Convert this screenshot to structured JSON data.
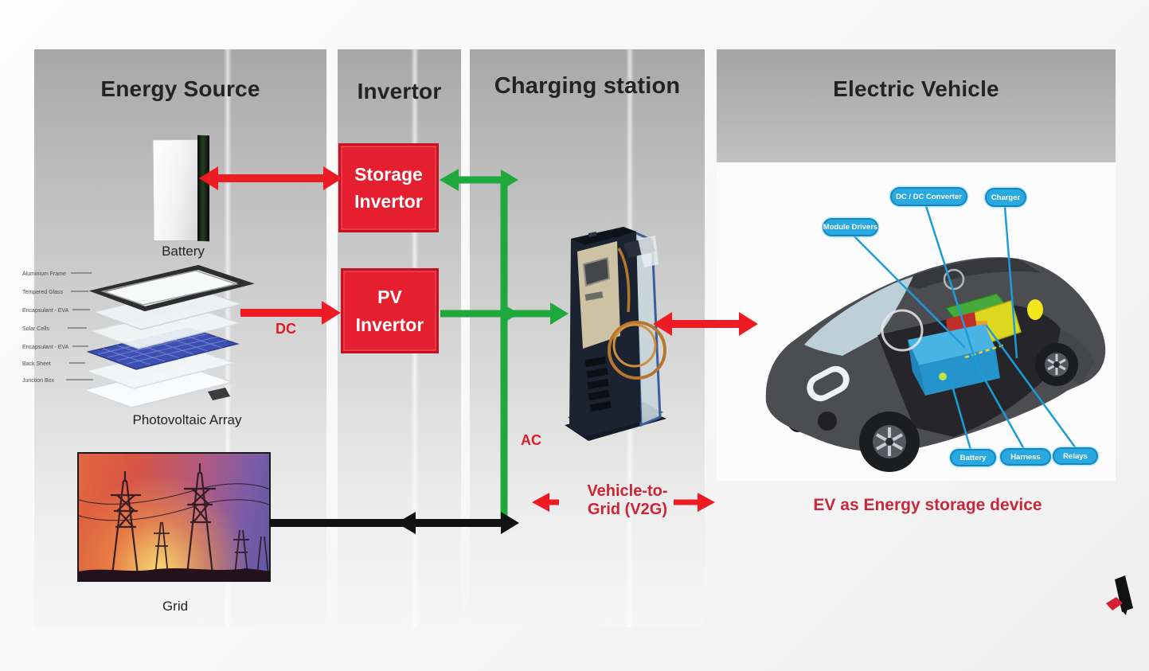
{
  "headers": {
    "energy_source": "Energy Source",
    "invertor": "Invertor",
    "charging_station": "Charging station",
    "electric_vehicle": "Electric Vehicle"
  },
  "energy_source": {
    "battery_label": "Battery",
    "pv_label": "Photovoltaic Array",
    "grid_label": "Grid",
    "pv_layers": [
      "Aluminium Frame",
      "Tempered Glass",
      "Encapsulant - EVA",
      "Solar Cells",
      "Encapsulant - EVA",
      "Back Sheet",
      "Junction Box"
    ]
  },
  "invertor": {
    "storage_line1": "Storage",
    "storage_line2": "Invertor",
    "pv_line1": "PV",
    "pv_line2": "Invertor"
  },
  "flow_labels": {
    "dc": "DC",
    "ac": "AC",
    "v2g_line1": "Vehicle-to-",
    "v2g_line2": "Grid (V2G)"
  },
  "ev": {
    "caption": "EV as Energy storage device",
    "pills": {
      "module_drivers": "Module Drivers",
      "dc_dc_converter": "DC / DC Converter",
      "charger": "Charger",
      "battery": "Battery",
      "harness": "Harness",
      "relays": "Relays"
    }
  },
  "colors": {
    "arrow_red": "#ed1c24",
    "arrow_green": "#1fa83c",
    "arrow_black": "#111111",
    "box_red": "#e51f2f",
    "pill_blue": "#2aa9e1",
    "caption_red": "#c8293a",
    "panel_gray": "#a7a7a7"
  }
}
